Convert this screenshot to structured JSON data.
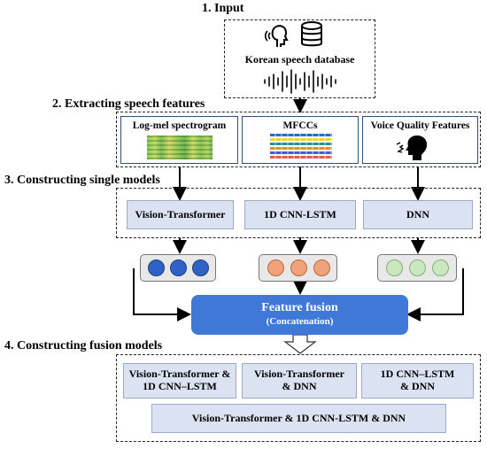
{
  "steps": {
    "input": "1. Input",
    "extract": "2. Extracting speech features",
    "single": "3. Constructing single models",
    "fusion_models": "4. Constructing fusion models"
  },
  "input": {
    "database_label": "Korean speech database"
  },
  "features": [
    {
      "label": "Log-mel spectrogram"
    },
    {
      "label": "MFCCs"
    },
    {
      "label": "Voice Quality Features"
    }
  ],
  "single_models": [
    "Vision-Transformer",
    "1D CNN-LSTM",
    "DNN"
  ],
  "vectors": [
    {
      "fill": "#2f62c4",
      "stroke": "#1e3f80"
    },
    {
      "fill": "#f2a27a",
      "stroke": "#b8693f"
    },
    {
      "fill": "#c9e8c0",
      "stroke": "#86ad7c"
    }
  ],
  "fusion": {
    "title": "Feature fusion",
    "subtitle": "(Concatenation)"
  },
  "fusion_models": {
    "m1": "Vision-Transformer &\n1D CNN–LSTM",
    "m2": "Vision-Transformer\n& DNN",
    "m3": "1D CNN–LSTM\n& DNN",
    "m4": "Vision-Transformer & 1D CNN-LSTM & DNN"
  },
  "icons": [
    "speaking-head-icon",
    "database-icon",
    "waveform-icon",
    "spectrogram-image",
    "mfcc-image",
    "voice-head-icon"
  ],
  "colors": {
    "fusion": "#3f78d6",
    "model_box": "#dbe3f2",
    "feature_border": "#2f4f7a"
  }
}
